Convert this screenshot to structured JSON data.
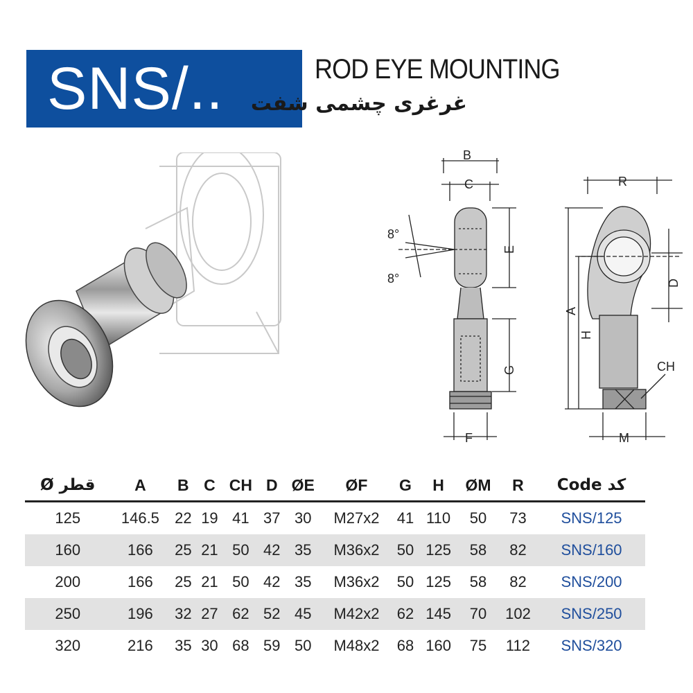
{
  "header": {
    "product_code": "SNS/..",
    "title_en": "ROD EYE MOUNTING",
    "title_fa": "غرغری چشمی شفت",
    "brand_color": "#0e4f9e"
  },
  "diagram_labels": {
    "B": "B",
    "C": "C",
    "E": "E",
    "G": "G",
    "F": "F",
    "angle_top": "8°",
    "angle_bottom": "8°",
    "R": "R",
    "D": "D",
    "A": "A",
    "H": "H",
    "CH": "CH",
    "M": "M"
  },
  "table": {
    "headers": [
      "Ø قطر",
      "A",
      "B",
      "C",
      "CH",
      "D",
      "ØE",
      "ØF",
      "G",
      "H",
      "ØM",
      "R",
      "Code کد"
    ],
    "rows": [
      [
        "125",
        "146.5",
        "22",
        "19",
        "41",
        "37",
        "30",
        "M27x2",
        "41",
        "110",
        "50",
        "73",
        "SNS/125"
      ],
      [
        "160",
        "166",
        "25",
        "21",
        "50",
        "42",
        "35",
        "M36x2",
        "50",
        "125",
        "58",
        "82",
        "SNS/160"
      ],
      [
        "200",
        "166",
        "25",
        "21",
        "50",
        "42",
        "35",
        "M36x2",
        "50",
        "125",
        "58",
        "82",
        "SNS/200"
      ],
      [
        "250",
        "196",
        "32",
        "27",
        "62",
        "52",
        "45",
        "M42x2",
        "62",
        "145",
        "70",
        "102",
        "SNS/250"
      ],
      [
        "320",
        "216",
        "35",
        "30",
        "68",
        "59",
        "50",
        "M48x2",
        "68",
        "160",
        "75",
        "112",
        "SNS/320"
      ]
    ],
    "code_color": "#1f4e9c",
    "shade_color": "#e2e2e2"
  }
}
